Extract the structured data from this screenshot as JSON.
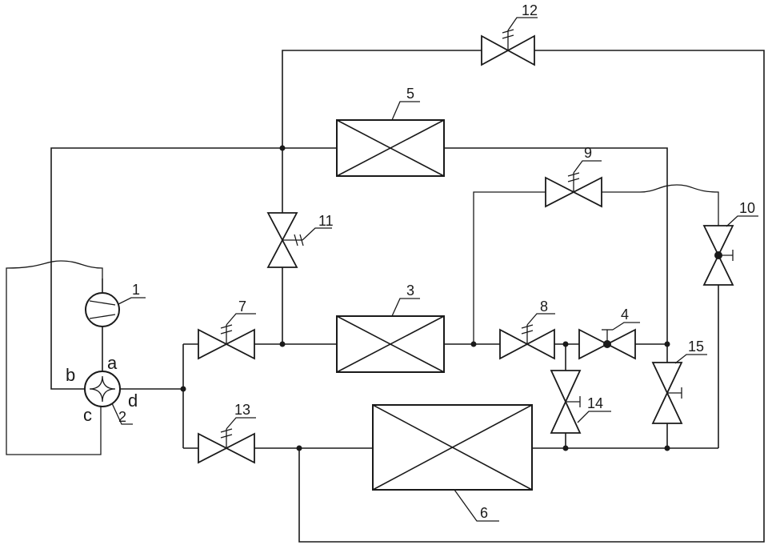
{
  "components": {
    "compressor": "1",
    "four_way_valve": "2",
    "heat_exchanger_3": "3",
    "expansion_valve_4": "4",
    "heat_exchanger_5": "5",
    "heat_exchanger_6": "6",
    "valve_7": "7",
    "valve_8": "8",
    "valve_9": "9",
    "expansion_valve_10": "10",
    "valve_11": "11",
    "valve_12": "12",
    "valve_13": "13",
    "valve_14": "14",
    "valve_15": "15"
  },
  "ports": {
    "a": "a",
    "b": "b",
    "c": "c",
    "d": "d"
  }
}
